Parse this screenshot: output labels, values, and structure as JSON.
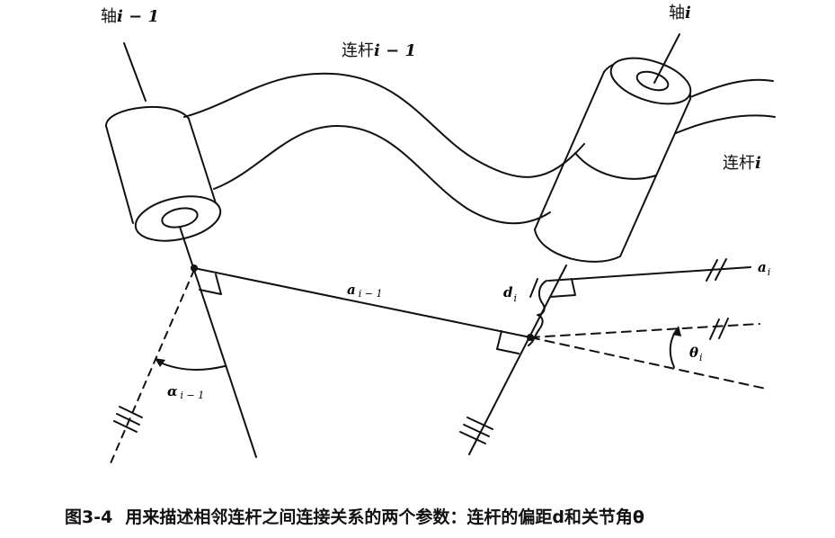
{
  "labels": {
    "axis_prev": "轴i − 1",
    "axis_prev_main": "轴",
    "axis_prev_var": "i − 1",
    "axis_cur_main": "轴",
    "axis_cur_var": "i",
    "link_prev_main": "连杆",
    "link_prev_var": "i − 1",
    "link_cur_main": "连杆",
    "link_cur_var": "i",
    "a_prev_main": "a",
    "a_prev_sub": "i − 1",
    "alpha_main": "α",
    "alpha_sub": "i − 1",
    "d_main": "d",
    "d_sub": "i",
    "a_cur_main": "a",
    "a_cur_sub": "i",
    "theta_main": "θ",
    "theta_sub": "i"
  },
  "caption": {
    "number": "图3-4",
    "text": "用来描述相邻连杆之间连接关系的两个参数：连杆的偏距d和关节角θ"
  }
}
